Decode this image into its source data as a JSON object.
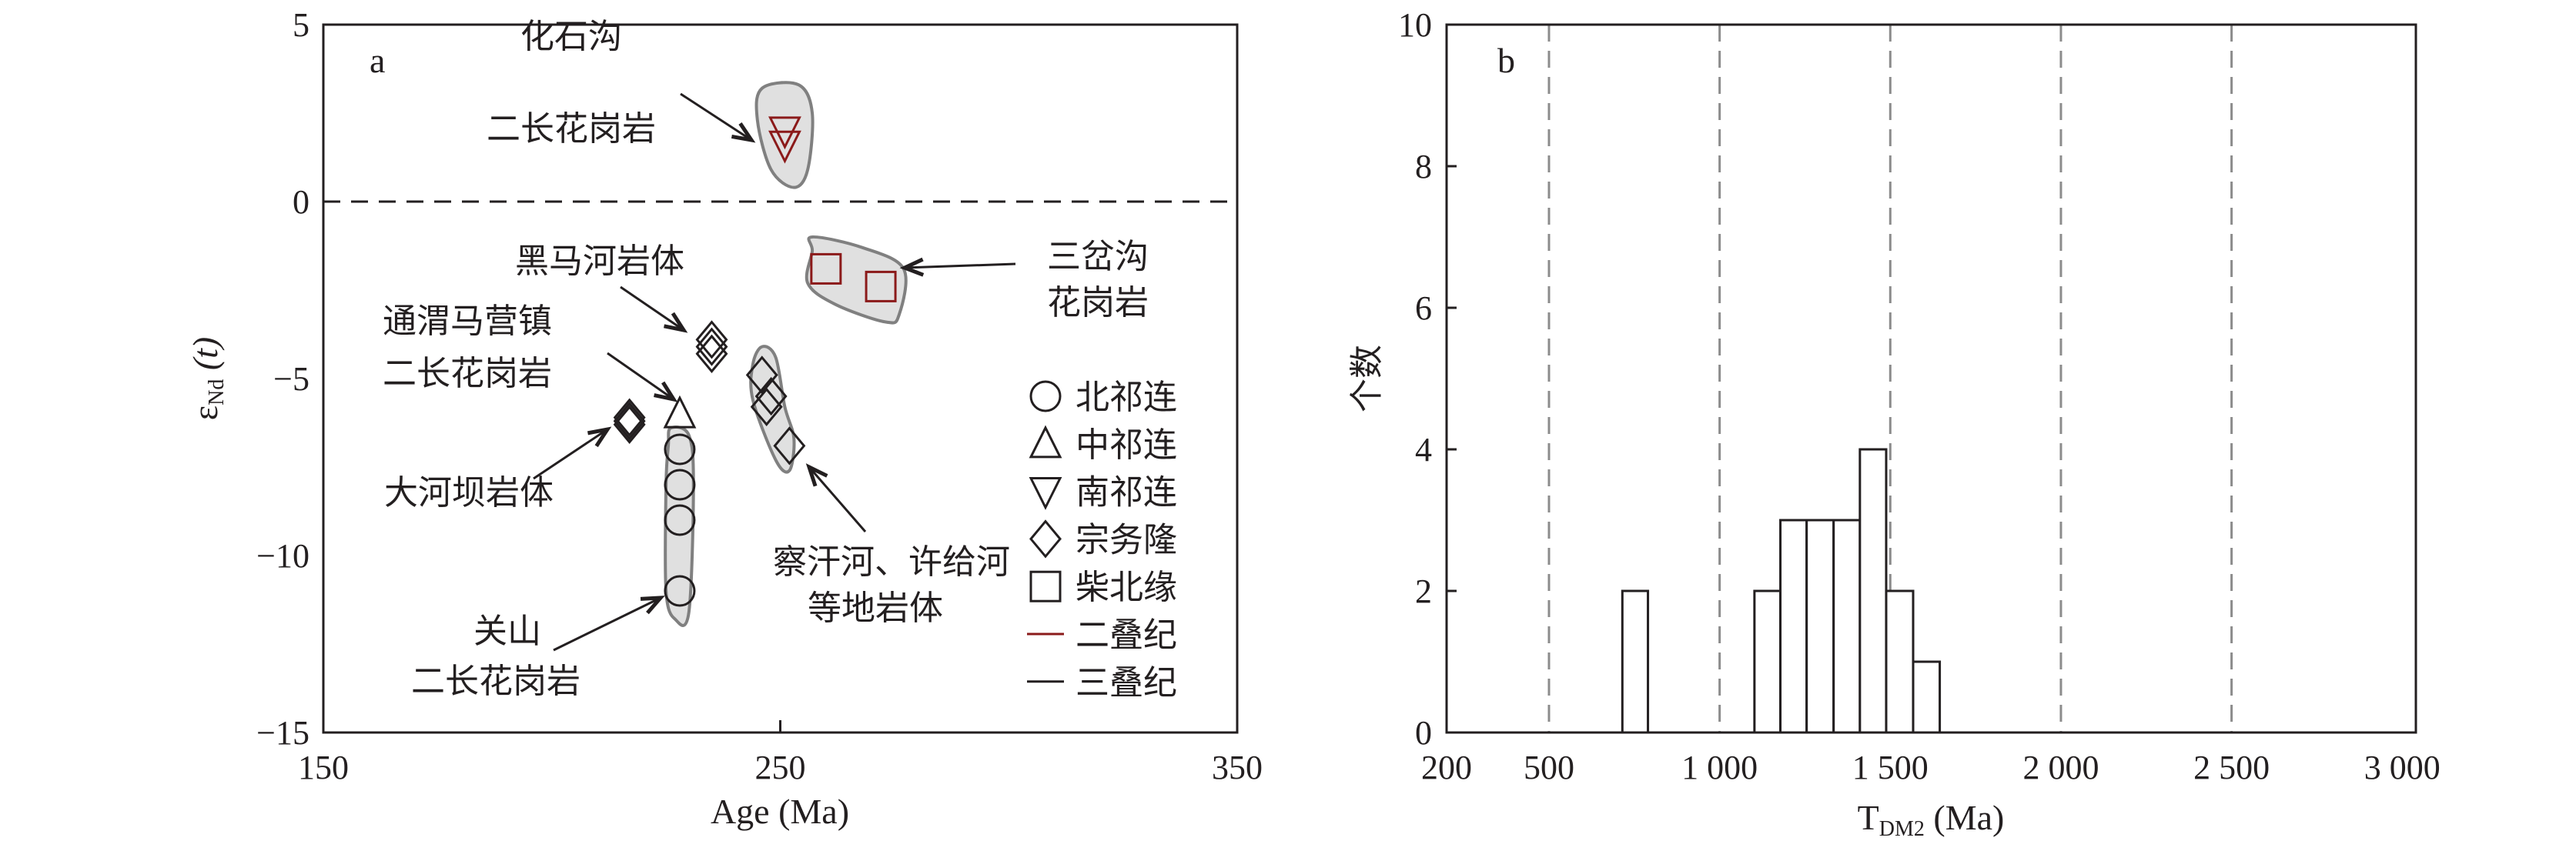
{
  "chart_data": [
    {
      "type": "scatter",
      "panel_label": "a",
      "xlabel": "Age (Ma)",
      "ylabel_main": "ε",
      "ylabel_sub": "Nd",
      "ylabel_tail": " (t)",
      "xlim": [
        150,
        350
      ],
      "ylim": [
        -15,
        5
      ],
      "xticks": [
        "150",
        "250",
        "350"
      ],
      "yticks": [
        "5",
        "0",
        "−5",
        "−10",
        "−15"
      ],
      "reference_line_y": 0,
      "colors": {
        "permian": "#8b1a1a",
        "triassic": "#231f20",
        "field": "#e0e0e0",
        "field_edge": "#808080"
      },
      "legend": {
        "placement": "right",
        "items": [
          {
            "symbol": "circle",
            "label": "北祁连"
          },
          {
            "symbol": "triangle-up",
            "label": "中祁连"
          },
          {
            "symbol": "triangle-down",
            "label": "南祁连"
          },
          {
            "symbol": "diamond",
            "label": "宗务隆"
          },
          {
            "symbol": "square",
            "label": "柴北缘"
          },
          {
            "symbol": "line-red",
            "label": "二叠纪"
          },
          {
            "symbol": "line-black",
            "label": "三叠纪"
          }
        ]
      },
      "series": [
        {
          "name": "南祁连",
          "symbol": "triangle-down",
          "period": "permian",
          "points": [
            [
              251,
              2.0
            ],
            [
              251,
              1.6
            ]
          ]
        },
        {
          "name": "柴北缘",
          "symbol": "square",
          "period": "permian",
          "points": [
            [
              260,
              -1.9
            ],
            [
              272,
              -2.4
            ]
          ]
        },
        {
          "name": "宗务隆 黑马河",
          "symbol": "diamond",
          "period": "triassic",
          "points": [
            [
              235,
              -3.9
            ],
            [
              235,
              -4.1
            ],
            [
              235,
              -4.3
            ]
          ]
        },
        {
          "name": "宗务隆 大河坝",
          "symbol": "diamond",
          "period": "triassic",
          "points": [
            [
              217,
              -6.1
            ],
            [
              217,
              -6.2
            ],
            [
              217,
              -6.3
            ]
          ]
        },
        {
          "name": "宗务隆 察汗河",
          "symbol": "diamond",
          "period": "triassic",
          "points": [
            [
              246,
              -4.9
            ],
            [
              248,
              -5.5
            ],
            [
              247,
              -5.8
            ],
            [
              252,
              -6.9
            ]
          ]
        },
        {
          "name": "中祁连",
          "symbol": "triangle-up",
          "period": "triassic",
          "points": [
            [
              228,
              -6.0
            ]
          ]
        },
        {
          "name": "北祁连",
          "symbol": "circle",
          "period": "triassic",
          "points": [
            [
              228,
              -7
            ],
            [
              228,
              -8
            ],
            [
              228,
              -9
            ],
            [
              228,
              -11
            ]
          ]
        }
      ],
      "annotations": {
        "huashigou": [
          "化石沟",
          "二长花岗岩"
        ],
        "sanchagou": [
          "三岔沟",
          "花岗岩"
        ],
        "heimahe": [
          "黑马河岩体"
        ],
        "tongwei": [
          "通渭马营镇",
          "二长花岗岩"
        ],
        "daheba": [
          "大河坝岩体"
        ],
        "guanshan": [
          "关山",
          "二长花岗岩"
        ],
        "chahanhe": [
          "察汗河、许给河",
          "等地岩体"
        ]
      }
    },
    {
      "type": "bar",
      "panel_label": "b",
      "xlabel_main": "T",
      "xlabel_sub": "DM2",
      "xlabel_tail": " (Ma)",
      "ylabel": "个数",
      "xlim": [
        200,
        3040
      ],
      "ylim": [
        0,
        10
      ],
      "xticks": [
        {
          "v": 200,
          "t": "200"
        },
        {
          "v": 500,
          "t": "500"
        },
        {
          "v": 1000,
          "t": "1 000"
        },
        {
          "v": 1500,
          "t": "1 500"
        },
        {
          "v": 2000,
          "t": "2 000"
        },
        {
          "v": 2500,
          "t": "2 500"
        },
        {
          "v": 3000,
          "t": "3 000"
        }
      ],
      "yticks": [
        "0",
        "2",
        "4",
        "6",
        "8",
        "10"
      ],
      "gridlines_x": [
        500,
        1000,
        1500,
        2000,
        2500
      ],
      "bins": [
        {
          "from": 715,
          "to": 790,
          "count": 2
        },
        {
          "from": 1102,
          "to": 1178,
          "count": 2
        },
        {
          "from": 1178,
          "to": 1255,
          "count": 3
        },
        {
          "from": 1255,
          "to": 1334,
          "count": 3
        },
        {
          "from": 1334,
          "to": 1411,
          "count": 3
        },
        {
          "from": 1411,
          "to": 1488,
          "count": 4
        },
        {
          "from": 1488,
          "to": 1567,
          "count": 2
        },
        {
          "from": 1567,
          "to": 1645,
          "count": 1
        }
      ]
    }
  ]
}
